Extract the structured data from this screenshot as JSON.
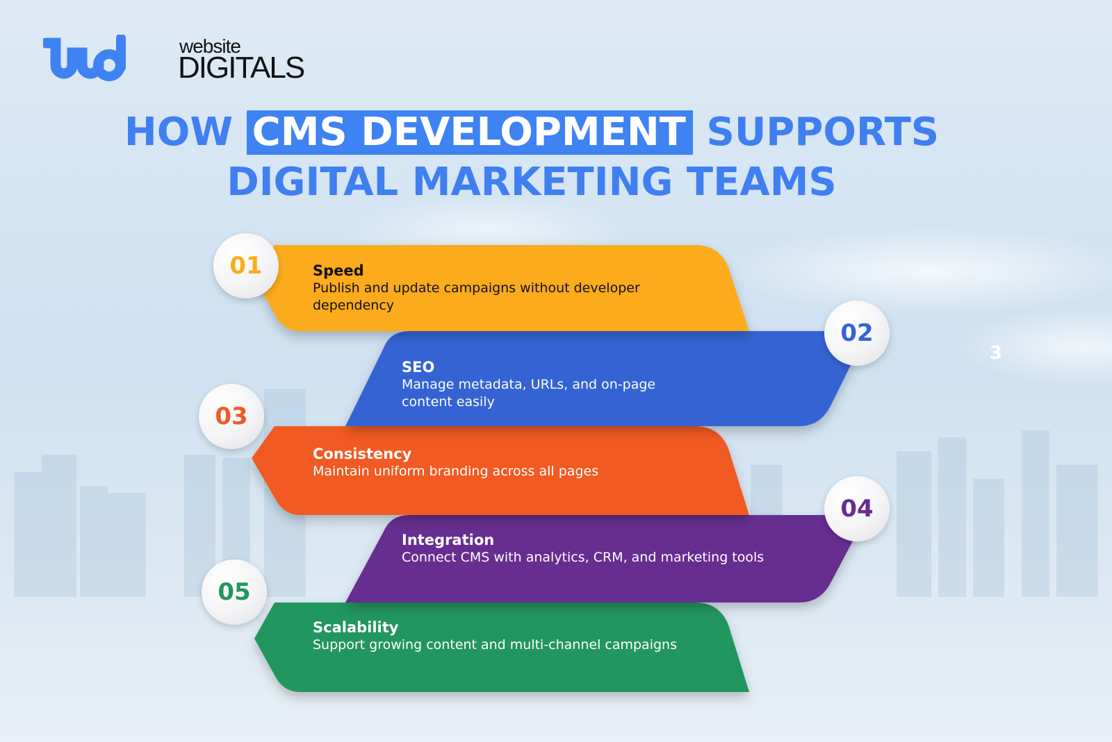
{
  "brand": {
    "logo_mark": "wd",
    "logo_small": "website",
    "logo_big": "DIGITALS",
    "color": "#3f82f2"
  },
  "title": {
    "line1_prefix": "HOW",
    "line1_highlight": "CMS DEVELOPMENT",
    "line1_suffix": "SUPPORTS",
    "line2": "DIGITAL MARKETING TEAMS",
    "color": "#3f7ff0",
    "highlight_bg": "#3f82f2"
  },
  "items": [
    {
      "number": "01",
      "heading": "Speed",
      "description": "Publish and update campaigns without developer dependency",
      "color": "#fbab1c",
      "text_color": "#111111"
    },
    {
      "number": "02",
      "heading": "SEO",
      "description": "Manage metadata, URLs, and on-page content easily",
      "color": "#3563d4",
      "text_color": "#ffffff"
    },
    {
      "number": "03",
      "heading": "Consistency",
      "description": "Maintain uniform branding across all pages",
      "color": "#f15a24",
      "text_color": "#ffffff"
    },
    {
      "number": "04",
      "heading": "Integration",
      "description": "Connect CMS with analytics, CRM, and marketing tools",
      "color": "#652d90",
      "text_color": "#ffffff"
    },
    {
      "number": "05",
      "heading": "Scalability",
      "description": "Support growing content and multi-channel campaigns",
      "color": "#21965f",
      "text_color": "#ffffff"
    }
  ],
  "stray_mark": "3"
}
